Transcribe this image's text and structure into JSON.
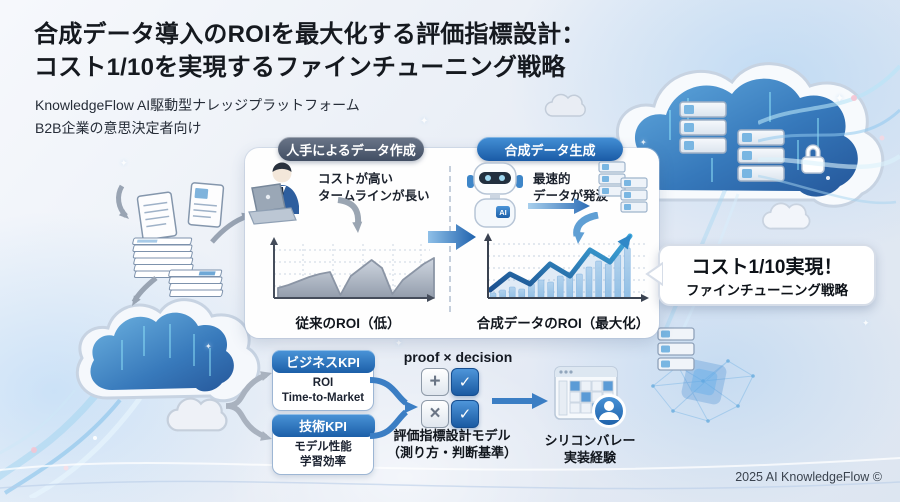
{
  "header": {
    "title_line1": "合成データ導入のROIを最大化する評価指標設計：",
    "title_line2": "コスト1/10を実現するファインチューニング戦略",
    "subtitle_line1": "KnowledgeFlow AI駆動型ナレッジプラットフォーム",
    "subtitle_line2": "B2B企業の意思決定者向け"
  },
  "process": {
    "manual": {
      "badge": "人手によるデータ作成",
      "note_line1": "コストが高い",
      "note_line2": "タームラインが長い",
      "chart_label": "従来のROI（低）"
    },
    "synthetic": {
      "badge": "合成データ生成",
      "note_line1": "最速的",
      "note_line2": "データが発波",
      "robot_chest_label": "AI",
      "chart_label": "合成データのROI（最大化）"
    }
  },
  "callout": {
    "line1": "コスト1/10実現！",
    "line2": "ファインチューニング戦略"
  },
  "kpi": {
    "business": {
      "header": "ビジネスKPI",
      "items": [
        "ROI",
        "Time-to-Market"
      ]
    },
    "technical": {
      "header": "技術KPI",
      "items": [
        "モデル性能",
        "学習効率"
      ]
    },
    "proof_heading": "proof × decision",
    "tiles": [
      {
        "name": "plus-icon",
        "glyph": "+",
        "style": "light"
      },
      {
        "name": "check-icon",
        "glyph": "✓",
        "style": "blue"
      },
      {
        "name": "cross-icon",
        "glyph": "×",
        "style": "light"
      },
      {
        "name": "check-icon",
        "glyph": "✓",
        "style": "blue"
      }
    ],
    "model_line1": "評価指標設計モデル",
    "model_line2": "（測り方・判断基準）",
    "experience_line1": "シリコンバレー",
    "experience_line2": "実装経験"
  },
  "footer": {
    "credit": "2025 AI KnowledgeFlow ©"
  },
  "colors": {
    "accent_blue": "#1f62ad",
    "light_blue": "#8fc0e8",
    "badge_dark": "#414e63",
    "panel_bg": "#ffffff",
    "title_text": "#15191f"
  },
  "chart_data": [
    {
      "type": "area",
      "title": "従来のROI（低）",
      "values": [
        10,
        13,
        17,
        21,
        24,
        26,
        3,
        22,
        30,
        38,
        30,
        4,
        18,
        26,
        34,
        40
      ],
      "ylim": [
        0,
        58
      ],
      "style": "gray jagged area with cracks, schematic, unlabeled axes",
      "grid": "dashed"
    },
    {
      "type": "line",
      "title": "合成データのROI（最大化）",
      "line": [
        8,
        24,
        14,
        34,
        22,
        48,
        36,
        62
      ],
      "bars": [
        5,
        8,
        11,
        9,
        14,
        18,
        16,
        22,
        26,
        24,
        31,
        37,
        34,
        43,
        50
      ],
      "ylim": [
        0,
        66
      ],
      "style": "rising blue zigzag line ending in upward arrow over light-blue bars, schematic, unlabeled axes",
      "grid": "dashed"
    }
  ]
}
